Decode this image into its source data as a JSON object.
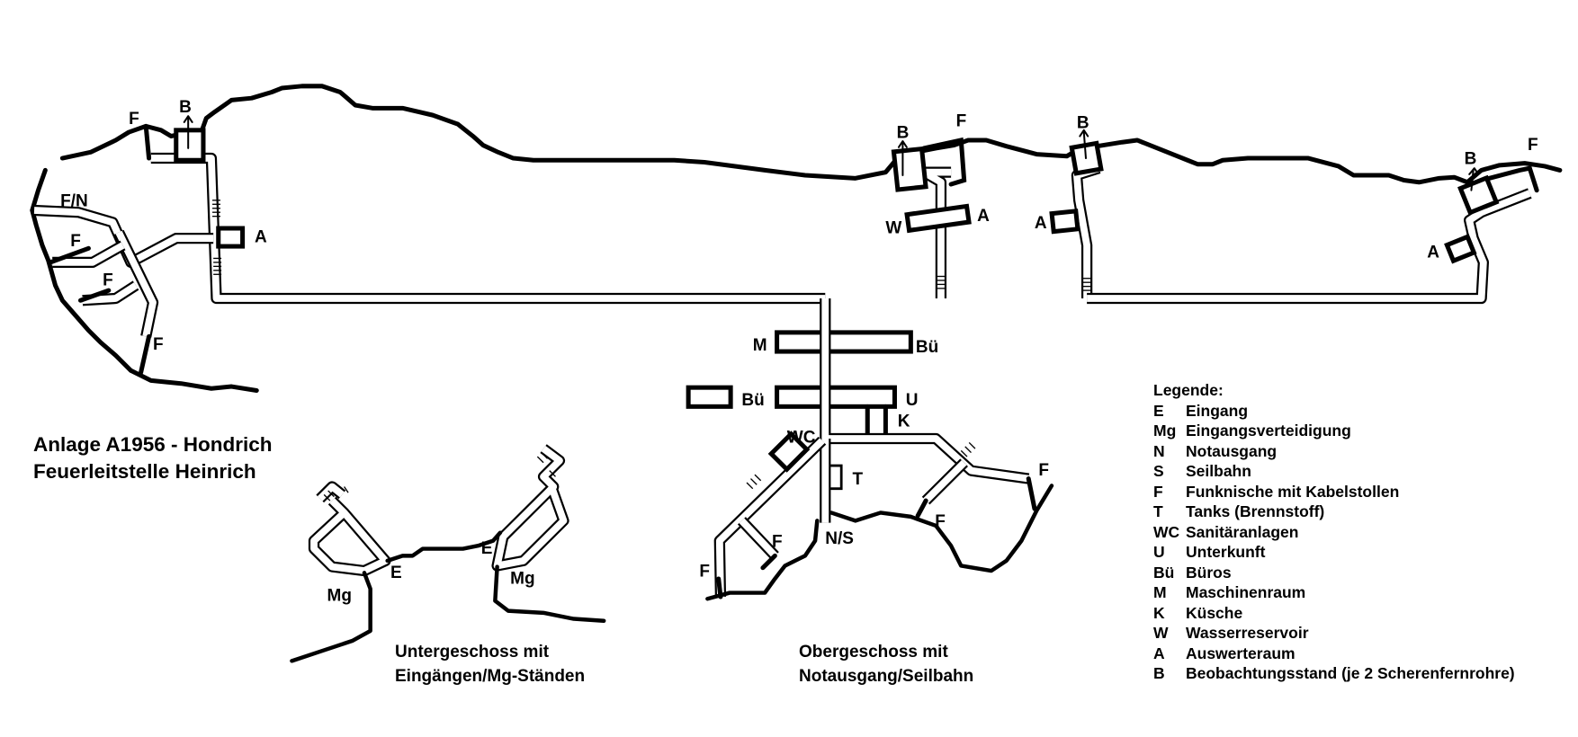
{
  "title": {
    "line1": "Anlage A1956 - Hondrich",
    "line2": "Feuerleitstelle Heinrich"
  },
  "captions": {
    "lower_floor": {
      "line1": "Untergeschoss mit",
      "line2": "Eingängen/Mg-Ständen"
    },
    "upper_floor": {
      "line1": "Obergeschoss mit",
      "line2": "Notausgang/Seilbahn"
    }
  },
  "legend": {
    "heading": "Legende:",
    "items": [
      {
        "key": "E",
        "label": "Eingang"
      },
      {
        "key": "Mg",
        "label": "Eingangsverteidigung"
      },
      {
        "key": "N",
        "label": "Notausgang"
      },
      {
        "key": "S",
        "label": "Seilbahn"
      },
      {
        "key": "F",
        "label": "Funknische mit Kabelstollen"
      },
      {
        "key": "T",
        "label": "Tanks (Brennstoff)"
      },
      {
        "key": "WC",
        "label": "Sanitäranlagen"
      },
      {
        "key": "U",
        "label": "Unterkunft"
      },
      {
        "key": "Bü",
        "label": "Büros"
      },
      {
        "key": "M",
        "label": "Maschinenraum"
      },
      {
        "key": "K",
        "label": "Küsche"
      },
      {
        "key": "W",
        "label": "Wasserreservoir"
      },
      {
        "key": "A",
        "label": "Auswerteraum"
      },
      {
        "key": "B",
        "label": "Beobachtungsstand (je 2 Scherenfernrohre)"
      }
    ]
  },
  "map_labels": {
    "west": {
      "f_top": "F",
      "b": "B",
      "fn": "F/N",
      "f1": "F",
      "f2": "F",
      "f3": "F",
      "a": "A"
    },
    "post2": {
      "b": "B",
      "f": "F",
      "w": "W",
      "a": "A"
    },
    "post3": {
      "b": "B",
      "a": "A"
    },
    "post4": {
      "b": "B",
      "f": "F",
      "a": "A"
    },
    "center": {
      "m": "M",
      "bu1": "Bü",
      "bu2": "Bü",
      "u": "U",
      "k": "K",
      "wc": "WC",
      "t": "T",
      "ns": "N/S",
      "f_left": "F",
      "f_mid": "F",
      "f_right1": "F",
      "f_right2": "F"
    },
    "lower": {
      "e1": "E",
      "e2": "E",
      "mg1": "Mg",
      "mg2": "Mg"
    }
  }
}
